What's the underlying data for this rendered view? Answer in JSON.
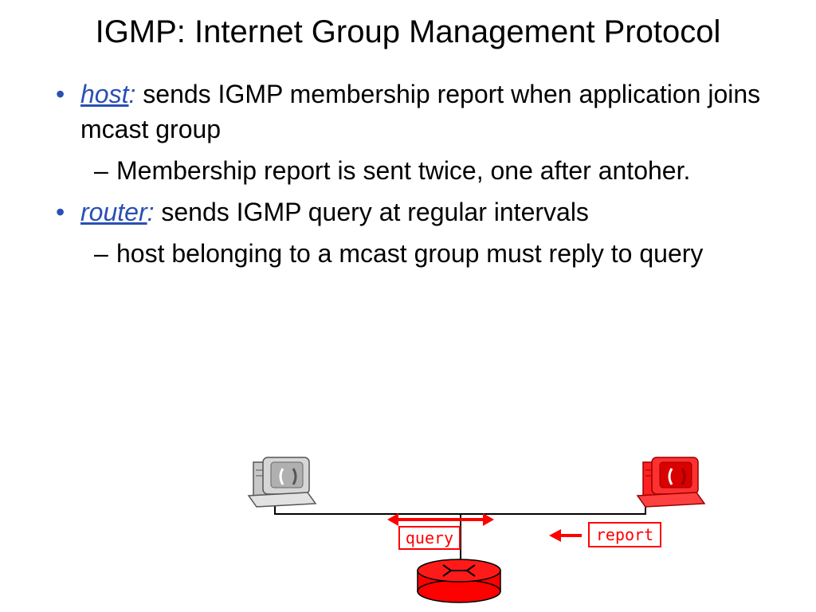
{
  "title": "IGMP: Internet Group Management Protocol",
  "bullets": [
    {
      "keyword": "host",
      "colon": ":",
      "text": "sends IGMP membership report when application joins mcast group",
      "sub": "Membership report is sent twice, one after antoher."
    },
    {
      "keyword": "router",
      "colon": ":",
      "text": "sends IGMP query at regular intervals",
      "sub": "host belonging to a mcast group must reply to query"
    }
  ],
  "diagram": {
    "query_label": "query",
    "report_label": "report"
  },
  "colors": {
    "accent": "#2a4fb5",
    "red": "#ff0000",
    "gray_host": "#c0c0c0"
  }
}
